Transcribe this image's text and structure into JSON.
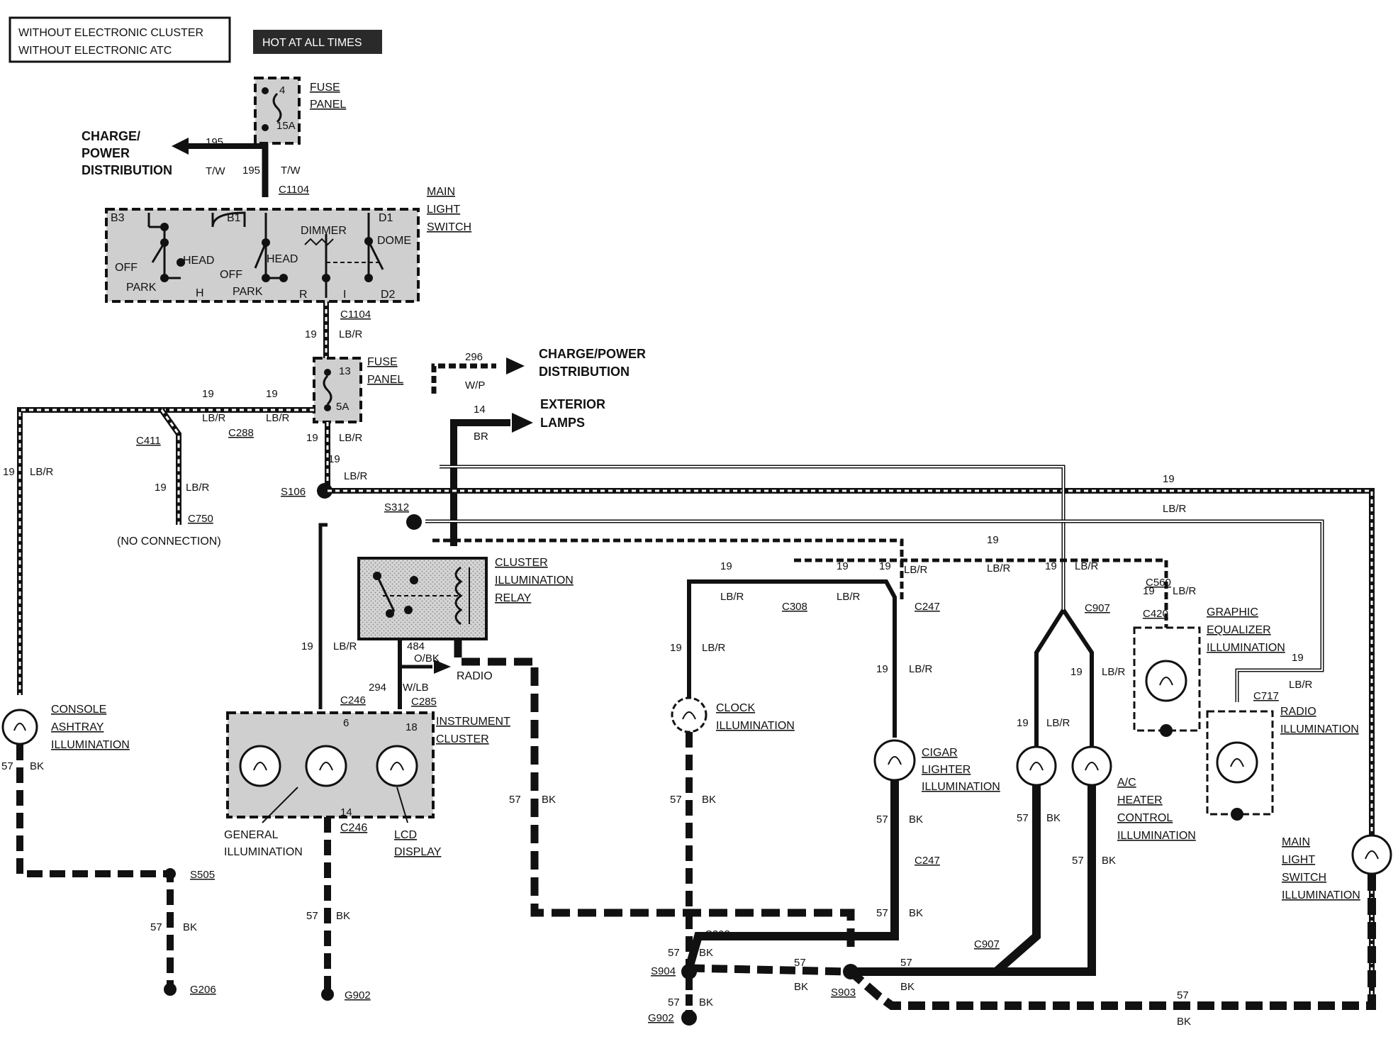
{
  "header": {
    "condition_line1": "WITHOUT ELECTRONIC CLUSTER",
    "condition_line2": "WITHOUT ELECTRONIC ATC",
    "hot_badge": "HOT AT ALL TIMES"
  },
  "components": {
    "fuse_panel_top": {
      "label1": "FUSE",
      "label2": "PANEL",
      "fuse_num": "4",
      "rating": "15A"
    },
    "main_light_switch": {
      "label1": "MAIN",
      "label2": "LIGHT",
      "label3": "SWITCH",
      "b3": "B3",
      "b1": "B1",
      "d1": "D1",
      "d2": "D2",
      "dimmer": "DIMMER",
      "dome": "DOME",
      "off1": "OFF",
      "head1": "HEAD",
      "park1": "PARK",
      "h": "H",
      "off2": "OFF",
      "head2": "HEAD",
      "park2": "PARK",
      "r": "R",
      "i": "I"
    },
    "fuse_panel_mid": {
      "label1": "FUSE",
      "label2": "PANEL",
      "fuse_num": "13",
      "rating": "5A"
    },
    "cluster_relay": {
      "label1": "CLUSTER",
      "label2": "ILLUMINATION",
      "label3": "RELAY"
    },
    "instrument_cluster": {
      "label1": "INSTRUMENT",
      "label2": "CLUSTER",
      "pin_a": "6",
      "pin_b": "18",
      "pin_c": "14"
    },
    "console_ashtray": {
      "label1": "CONSOLE",
      "label2": "ASHTRAY",
      "label3": "ILLUMINATION"
    },
    "clock": {
      "label1": "CLOCK",
      "label2": "ILLUMINATION"
    },
    "cigar": {
      "label1": "CIGAR",
      "label2": "LIGHTER",
      "label3": "ILLUMINATION"
    },
    "ac_heater": {
      "label1": "A/C",
      "label2": "HEATER",
      "label3": "CONTROL",
      "label4": "ILLUMINATION"
    },
    "graphic_eq": {
      "label1": "GRAPHIC",
      "label2": "EQUALIZER",
      "label3": "ILLUMINATION"
    },
    "radio_illum": {
      "label1": "RADIO",
      "label2": "ILLUMINATION"
    },
    "mls_illum": {
      "label1": "MAIN",
      "label2": "LIGHT",
      "label3": "SWITCH",
      "label4": "ILLUMINATION"
    },
    "general_illum": {
      "label1": "GENERAL",
      "label2": "ILLUMINATION"
    },
    "lcd_display": {
      "label1": "LCD",
      "label2": "DISPLAY"
    }
  },
  "destinations": {
    "charge_power_left": [
      "CHARGE/",
      "POWER",
      "DISTRIBUTION"
    ],
    "charge_power_right": "CHARGE/POWER",
    "charge_power_right2": "DISTRIBUTION",
    "exterior": [
      "EXTERIOR",
      "LAMPS"
    ],
    "radio": "RADIO",
    "no_connection": "(NO CONNECTION)"
  },
  "connectors": {
    "c1104_top": "C1104",
    "c1104_bot": "C1104",
    "c288": "C288",
    "c411": "C411",
    "c750": "C750",
    "s106": "S106",
    "s312": "S312",
    "c246_top": "C246",
    "c285": "C285",
    "c246_bot": "C246",
    "c308_a": "C308",
    "c247_top": "C247",
    "c247_bot": "C247",
    "c907_top": "C907",
    "c907_bot": "C907",
    "c560": "C560",
    "c420": "C420",
    "c717": "C717",
    "c308_b": "C308",
    "s904": "S904",
    "s903": "S903",
    "s505": "S505",
    "g206": "G206",
    "g902_a": "G902",
    "g902_b": "G902"
  },
  "wires": {
    "n195": "195",
    "tw": "T/W",
    "n19": "19",
    "lbr": "LB/R",
    "n296": "296",
    "wp": "W/P",
    "n14": "14",
    "br": "BR",
    "n484": "484",
    "obk": "O/BK",
    "n294": "294",
    "wlb": "W/LB",
    "n57": "57",
    "bk": "BK"
  }
}
